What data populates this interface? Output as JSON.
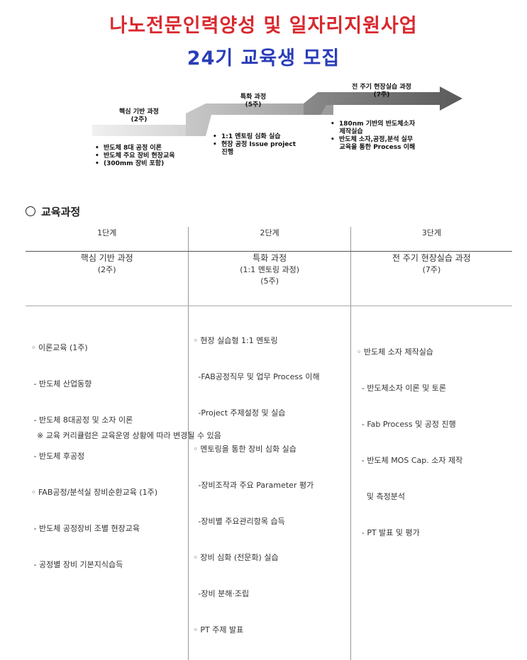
{
  "header": {
    "title": "나노전문인력양성 및 일자리지원사업",
    "subtitle": "24기 교육생 모집"
  },
  "roadmap": {
    "stage1": {
      "label": "핵심 기반 과정",
      "duration": "(2주)",
      "bullets": [
        "반도체 8대 공정 이론",
        "반도체 주요 장비 현장교육",
        "(300mm 장비 포함)"
      ]
    },
    "stage2": {
      "label": "특화 과정",
      "duration": "(5주)",
      "bullets": [
        "1:1 멘토링 심화 실습",
        "현장 공정 Issue project",
        "진행"
      ]
    },
    "stage3": {
      "label": "전 주기 현장실습 과정",
      "duration": "(7주)",
      "bullets": [
        "180nm 기반의 반도체소자",
        "제작실습",
        "반도체 소자,공정,분석 실무",
        "교육을 통한 Process 이해"
      ]
    }
  },
  "section": {
    "title": "교육과정"
  },
  "table": {
    "stages": [
      "1단계",
      "2단계",
      "3단계"
    ],
    "names": [
      {
        "name": "핵심 기반 과정",
        "extra": "",
        "duration": "(2주)"
      },
      {
        "name": "특화 과정",
        "extra": "(1:1 멘토링 과정)",
        "duration": "(5주)"
      },
      {
        "name": "전 주기 현장실습 과정",
        "extra": "",
        "duration": "(7주)"
      }
    ],
    "details": [
      [
        "◦ 이론교육 (1주)",
        " - 반도체 산업동향",
        " - 반도체 8대공정 및 소자 이론",
        " - 반도체 후공정",
        "◦ FAB공정/분석실 장비순환교육 (1주)",
        " - 반도체 공정장비 조별 현장교육",
        " - 공정별 장비 기본지식습득"
      ],
      [
        "◦ 현장 실습형 1:1 멘토링",
        "  -FAB공정직무 및 업무 Process 이해",
        "  -Project 주제설정 및 실습",
        "◦ 멘토링을 통한 장비 심화 실습",
        "  -장비조작과 주요 Parameter 평가",
        "  -장비별 주요관리항목 습득",
        "◦ 장비 심화 (전문화) 실습",
        "  -장비 분해·조립",
        "◦ PT 주제 발표"
      ],
      [
        "◦ 반도체 소자 제작실습",
        "  - 반도체소자 이론 및 토론",
        "  - Fab Process 및 공정 진행",
        "  - 반도체 MOS Cap. 소자 제작",
        "    및 측정분석",
        "  - PT 발표 및 평가"
      ]
    ]
  },
  "note": "※ 교육 커리큘럼은 교육운영 상황에 따라 변경될 수 있음"
}
